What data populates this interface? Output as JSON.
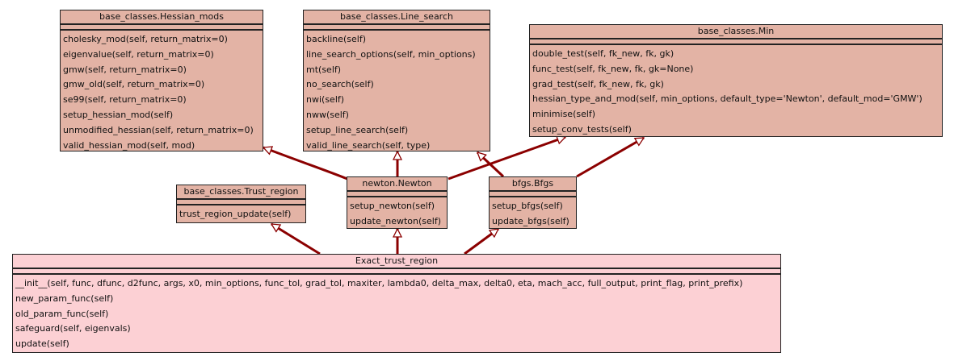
{
  "diagram": {
    "type": "uml-class-inheritance",
    "classes": {
      "hessian_mods": {
        "name": "base_classes.Hessian_mods",
        "methods": [
          "cholesky_mod(self, return_matrix=0)",
          "eigenvalue(self, return_matrix=0)",
          "gmw(self, return_matrix=0)",
          "gmw_old(self, return_matrix=0)",
          "se99(self, return_matrix=0)",
          "setup_hessian_mod(self)",
          "unmodified_hessian(self, return_matrix=0)",
          "valid_hessian_mod(self, mod)"
        ]
      },
      "line_search": {
        "name": "base_classes.Line_search",
        "methods": [
          "backline(self)",
          "line_search_options(self, min_options)",
          "mt(self)",
          "no_search(self)",
          "nwi(self)",
          "nww(self)",
          "setup_line_search(self)",
          "valid_line_search(self, type)"
        ]
      },
      "min": {
        "name": "base_classes.Min",
        "methods": [
          "double_test(self, fk_new, fk, gk)",
          "func_test(self, fk_new, fk, gk=None)",
          "grad_test(self, fk_new, fk, gk)",
          "hessian_type_and_mod(self, min_options, default_type='Newton', default_mod='GMW')",
          "minimise(self)",
          "setup_conv_tests(self)"
        ]
      },
      "trust_region": {
        "name": "base_classes.Trust_region",
        "methods": [
          "trust_region_update(self)"
        ]
      },
      "newton": {
        "name": "newton.Newton",
        "methods": [
          "setup_newton(self)",
          "update_newton(self)"
        ]
      },
      "bfgs": {
        "name": "bfgs.Bfgs",
        "methods": [
          "setup_bfgs(self)",
          "update_bfgs(self)"
        ]
      },
      "exact": {
        "name": "Exact_trust_region",
        "methods": [
          "__init__(self, func, dfunc, d2func, args, x0, min_options, func_tol, grad_tol, maxiter, lambda0, delta_max, delta0, eta, mach_acc, full_output, print_flag, print_prefix)",
          "new_param_func(self)",
          "old_param_func(self)",
          "safeguard(self, eigenvals)",
          "update(self)"
        ]
      }
    },
    "inheritance": [
      {
        "child": "newton",
        "parent": "hessian_mods"
      },
      {
        "child": "newton",
        "parent": "line_search"
      },
      {
        "child": "newton",
        "parent": "min"
      },
      {
        "child": "bfgs",
        "parent": "line_search"
      },
      {
        "child": "bfgs",
        "parent": "min"
      },
      {
        "child": "exact",
        "parent": "trust_region"
      },
      {
        "child": "exact",
        "parent": "newton"
      },
      {
        "child": "exact",
        "parent": "bfgs"
      }
    ],
    "colors": {
      "class_fill": "#e3b3a5",
      "target_fill": "#fcd0d4",
      "edge": "#8b0000",
      "border": "#222222"
    }
  }
}
